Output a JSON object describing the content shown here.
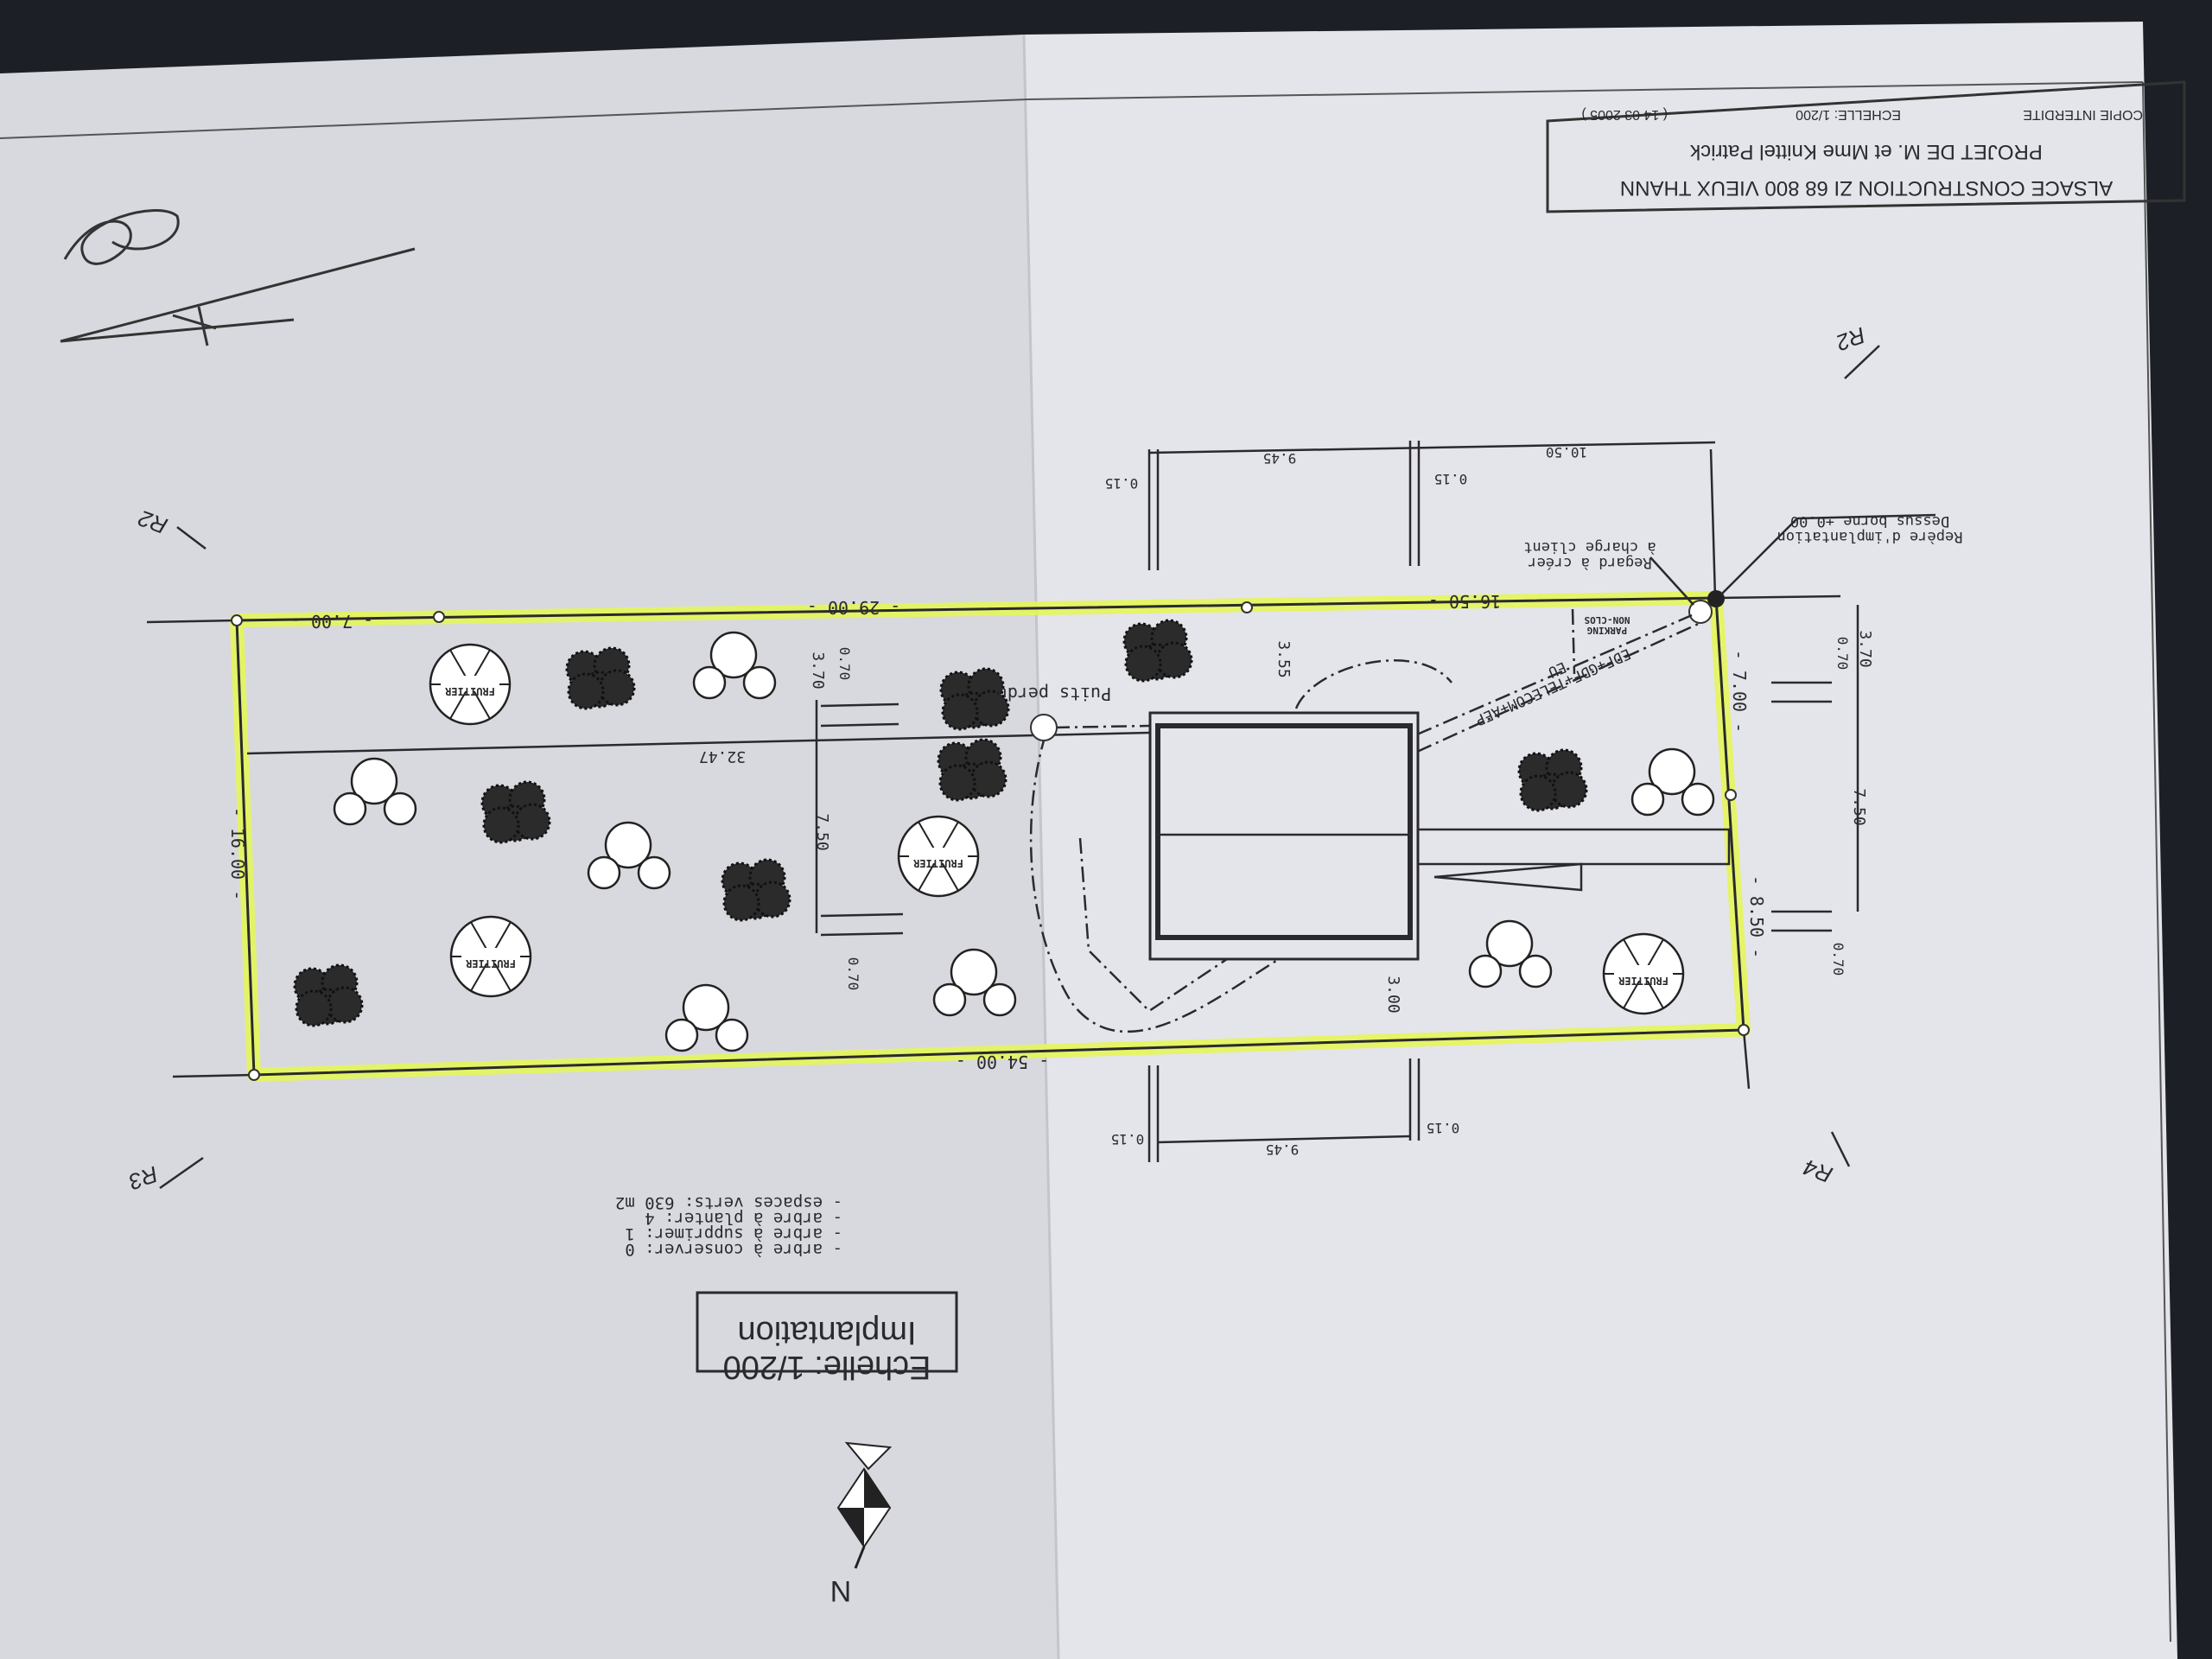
{
  "title_block": {
    "company": "ALSACE CONSTRUCTION ZI 68 800 VIEUX THANN",
    "project": "PROJET DE M. et Mme Knittel Patrick",
    "copy_notice": "COPIE INTERDITE",
    "scale": "ECHELLE: 1/200",
    "date": "( 14 03 2005 )"
  },
  "legend": {
    "title": "Implantation",
    "scale": "Echelle: 1/200",
    "items": [
      "- arbre à conserver: 0",
      "- arbre à supprimer: 1",
      "- arbre à planter: 4",
      "- espaces verts: 630 m2"
    ]
  },
  "north_label": "N",
  "annotations": {
    "puits": "Puits perdu",
    "networks": "EDF+GDF+TELECOM+AEP",
    "eu": "EU",
    "parking_1": "PARKING",
    "parking_2": "NON-CLOS",
    "regard_1": "Regard à créer",
    "regard_2": "à charge client",
    "repere_1": "Repère d'implantation",
    "repere_2": "Dessus borne ±0.00"
  },
  "tree_labels": [
    "FRUITIER",
    "FRUITIER",
    "FRUITIER",
    "FRUITIER"
  ],
  "markers": [
    "R2",
    "R2",
    "R3",
    "R4"
  ],
  "dimensions": {
    "top_7": "- 7.00 -",
    "top_29": "- 29.00 -",
    "top_16_5": "- 16.50 -",
    "left_16": "- 16.00 -",
    "bottom_54": "- 54.00 -",
    "right_7": "- 7.00 -",
    "right_8_5": "- 8.50 -",
    "d32_47": "32.47",
    "d3_70a": "3.70",
    "d0_70a": "0.70",
    "d7_50a": "7.50",
    "d0_70b": "0.70",
    "d3_55": "3.55",
    "d3_00": "3.00",
    "d10_50": "10.50",
    "d9_45a": "9.45",
    "d0_15a": "0.15",
    "d0_15b": "0.15",
    "d9_45b": "9.45",
    "d0_15c": "0.15",
    "d0_15d": "0.15",
    "d3_70b": "3.70",
    "d0_70c": "0.70",
    "d7_50b": "7.50",
    "d0_70d": "0.70"
  },
  "colors": {
    "highlight": "#e4f55a",
    "paper_left": "#d9dae0",
    "paper_right": "#e5e6eb",
    "ink": "#2a2a2e"
  }
}
